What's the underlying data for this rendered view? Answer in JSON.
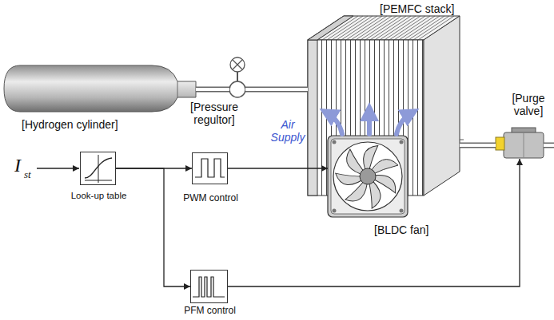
{
  "diagram": {
    "nodes": [
      {
        "text": [
          "[PEMFC stack]"
        ]
      },
      {
        "text": [
          "[Hydrogen cylinder]"
        ]
      },
      {
        "text": [
          "[Pressure regultor]"
        ]
      },
      {
        "text": [
          "[Purge valve]"
        ]
      },
      {
        "text": [
          "[BLDC fan]"
        ]
      },
      {
        "text": [
          "Look-up table"
        ]
      },
      {
        "text": [
          "PWM control"
        ]
      },
      {
        "text": [
          "PFM control"
        ]
      }
    ],
    "edges": [
      {
        "from": 1,
        "to": 2,
        "arrow": "none"
      },
      {
        "from": 2,
        "to": 0,
        "arrow": "none"
      },
      {
        "from": 0,
        "to": 3,
        "arrow": "none"
      },
      {
        "from": 5,
        "to": 6,
        "arrow": "to"
      },
      {
        "from": 5,
        "to": 7,
        "arrow": "to"
      },
      {
        "from": 6,
        "to": 4,
        "arrow": "to"
      },
      {
        "from": 7,
        "to": 3,
        "arrow": "to"
      }
    ],
    "labels": [
      "Air Supply",
      "I",
      "st"
    ]
  }
}
